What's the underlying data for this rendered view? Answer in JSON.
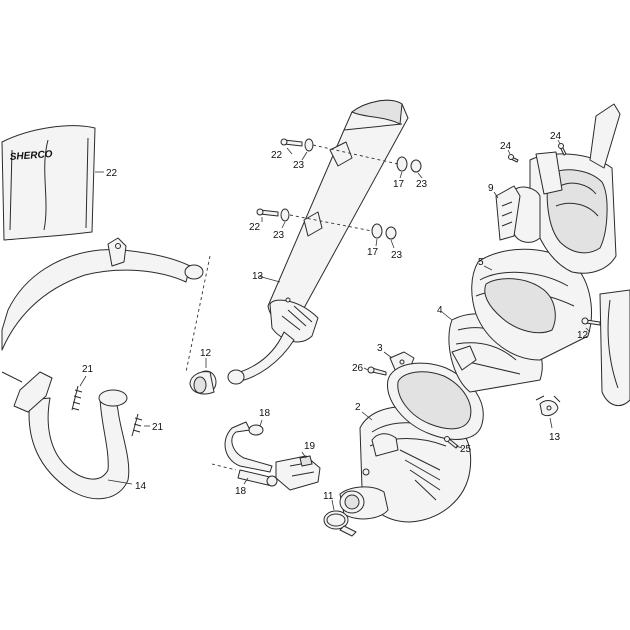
{
  "brand_text": "SHERCO",
  "callouts": [
    {
      "id": "c22a",
      "text": "22"
    },
    {
      "id": "c23a",
      "text": "23"
    },
    {
      "id": "c17a",
      "text": "17"
    },
    {
      "id": "c23b",
      "text": "23"
    },
    {
      "id": "c22b",
      "text": "22"
    },
    {
      "id": "c23c",
      "text": "23"
    },
    {
      "id": "c17b",
      "text": "17"
    },
    {
      "id": "c23d",
      "text": "23"
    },
    {
      "id": "c13a",
      "text": "13"
    },
    {
      "id": "c22c",
      "text": "22"
    },
    {
      "id": "c12a",
      "text": "12"
    },
    {
      "id": "c21a",
      "text": "21"
    },
    {
      "id": "c21b",
      "text": "21"
    },
    {
      "id": "c14",
      "text": "14"
    },
    {
      "id": "c18a",
      "text": "18"
    },
    {
      "id": "c19",
      "text": "19"
    },
    {
      "id": "c18b",
      "text": "18"
    },
    {
      "id": "c3",
      "text": "3"
    },
    {
      "id": "c26",
      "text": "26"
    },
    {
      "id": "c2",
      "text": "2"
    },
    {
      "id": "c11",
      "text": "11"
    },
    {
      "id": "c4",
      "text": "4"
    },
    {
      "id": "c5",
      "text": "5"
    },
    {
      "id": "c9",
      "text": "9"
    },
    {
      "id": "c24a",
      "text": "24"
    },
    {
      "id": "c24b",
      "text": "24"
    },
    {
      "id": "c12b",
      "text": "12"
    },
    {
      "id": "c13b",
      "text": "13"
    },
    {
      "id": "c25",
      "text": "25"
    }
  ]
}
